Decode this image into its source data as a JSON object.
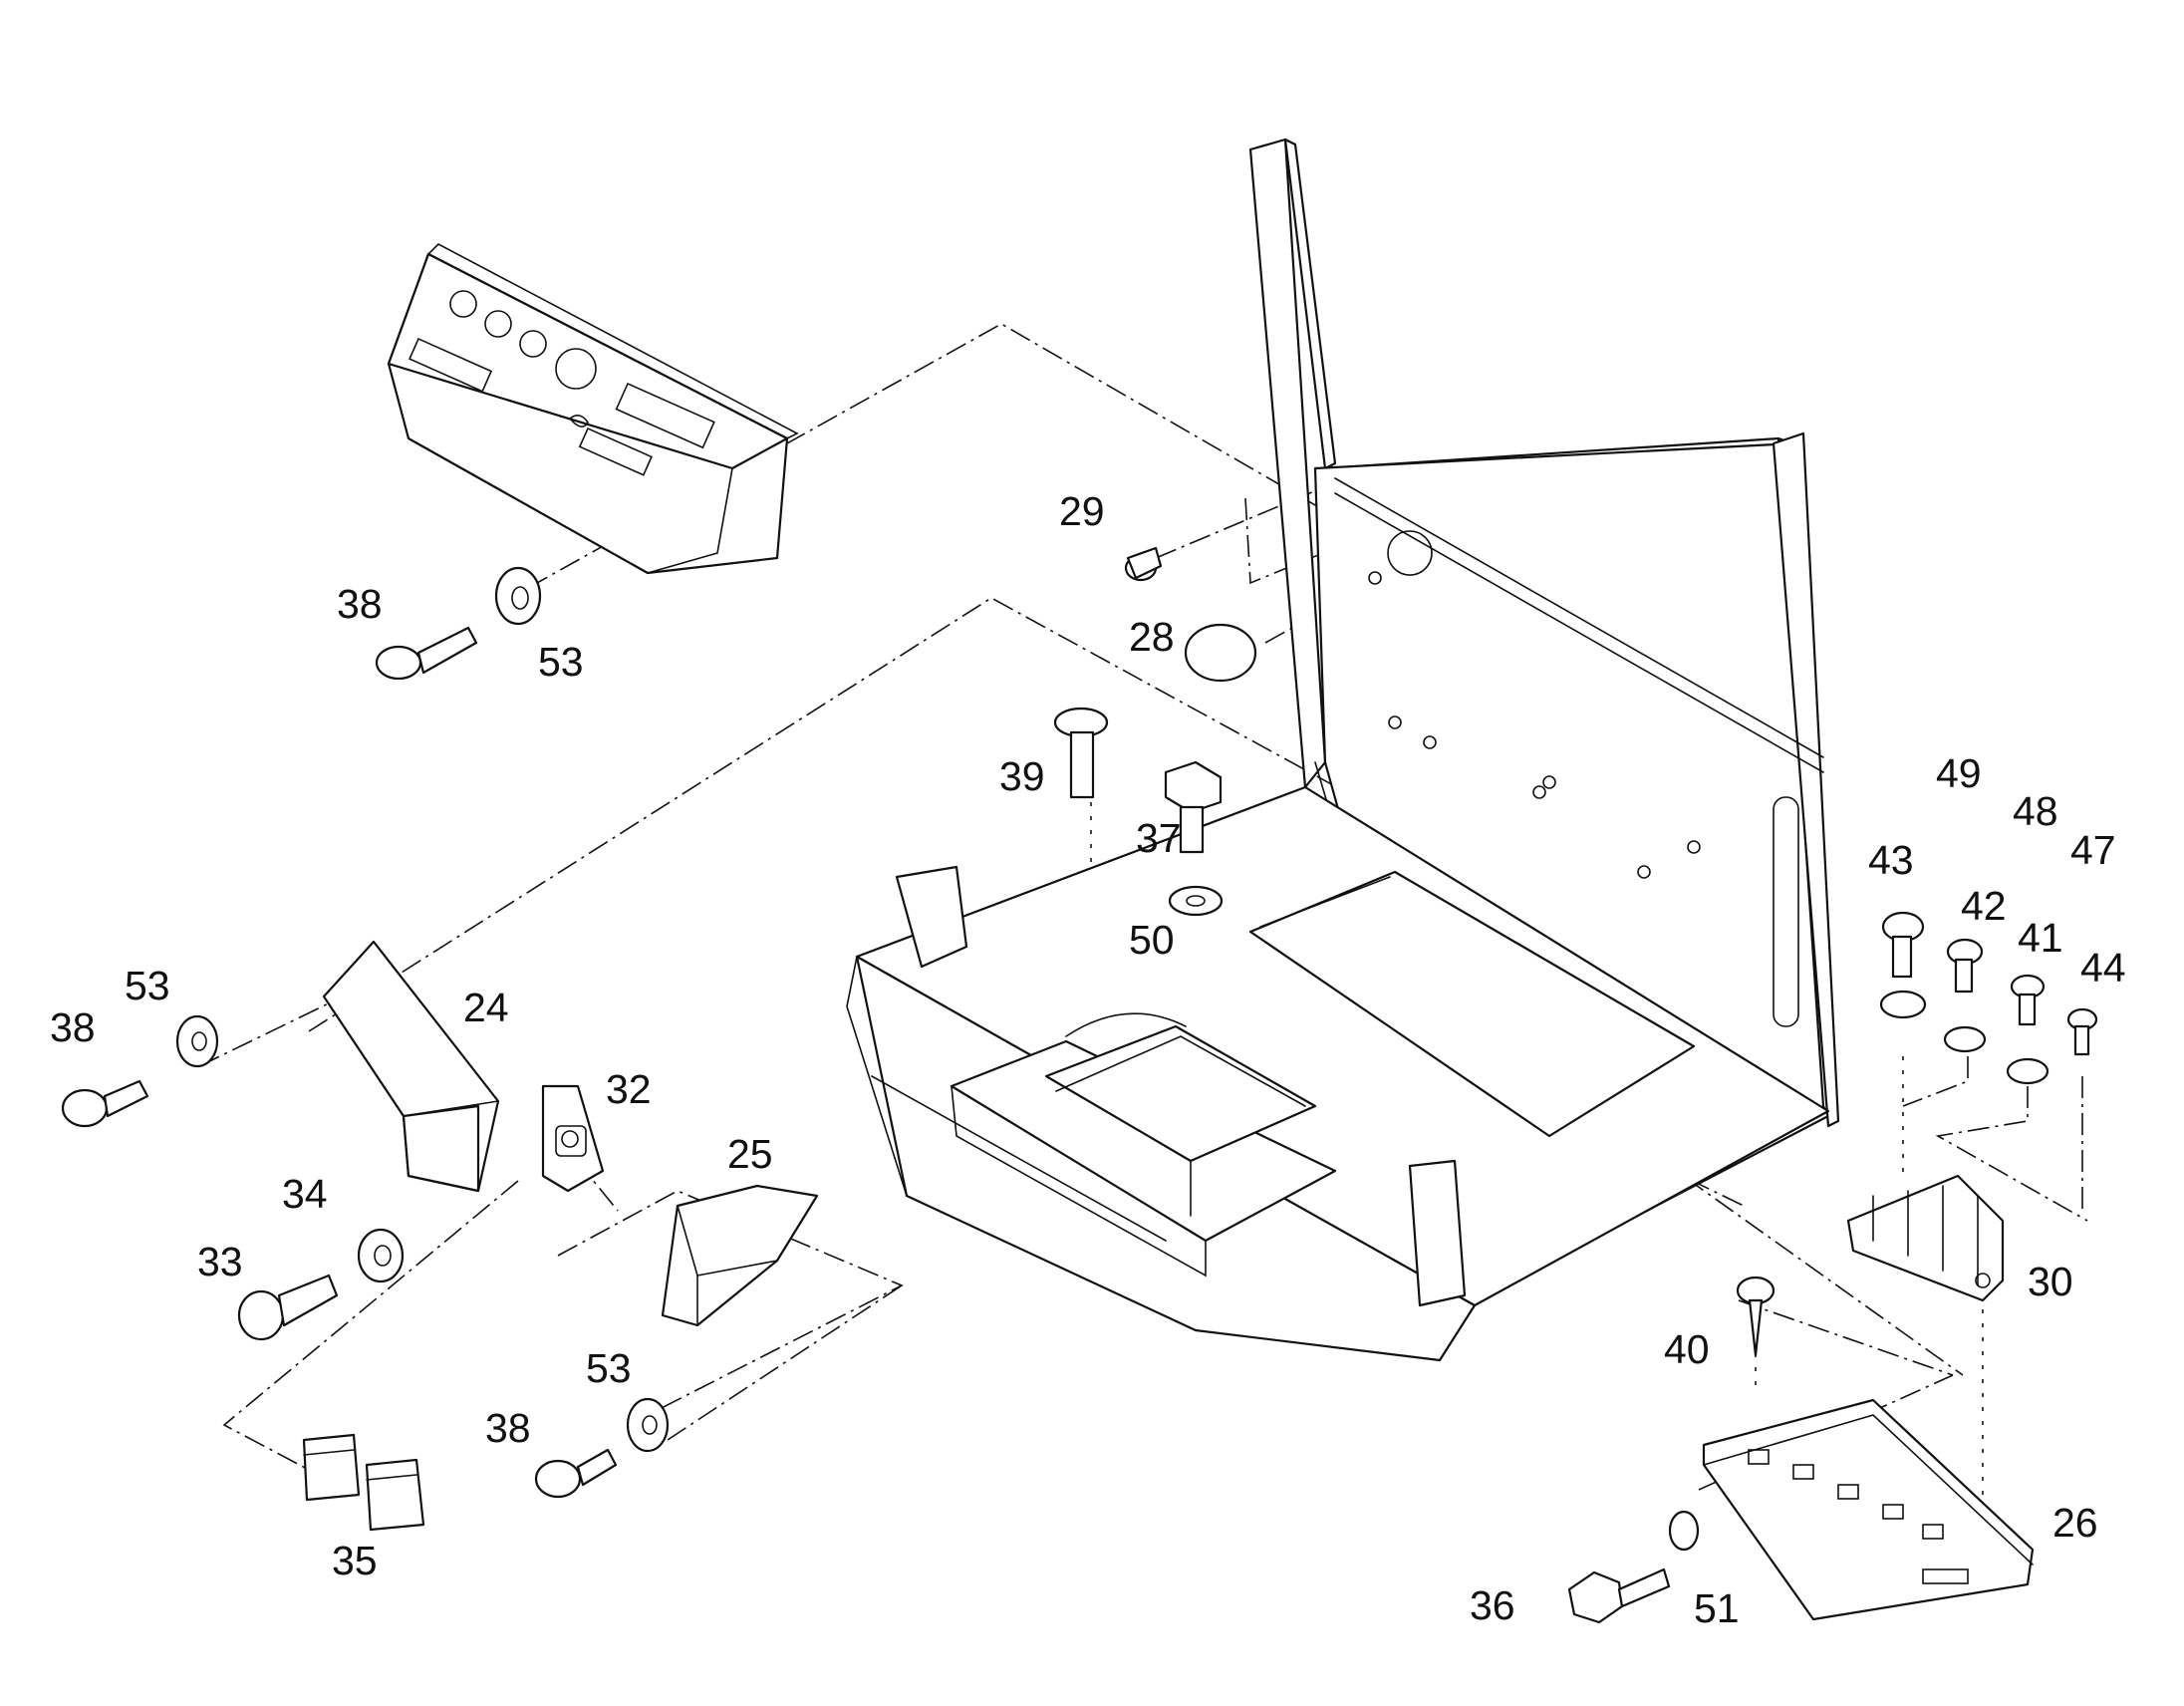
{
  "diagram": {
    "labels": [
      {
        "key": "l24",
        "text": "24"
      },
      {
        "key": "l25",
        "text": "25"
      },
      {
        "key": "l26",
        "text": "26"
      },
      {
        "key": "l28",
        "text": "28"
      },
      {
        "key": "l29",
        "text": "29"
      },
      {
        "key": "l30",
        "text": "30"
      },
      {
        "key": "l32",
        "text": "32"
      },
      {
        "key": "l33",
        "text": "33"
      },
      {
        "key": "l34",
        "text": "34"
      },
      {
        "key": "l35",
        "text": "35"
      },
      {
        "key": "l36",
        "text": "36"
      },
      {
        "key": "l37",
        "text": "37"
      },
      {
        "key": "l38a",
        "text": "38"
      },
      {
        "key": "l38b",
        "text": "38"
      },
      {
        "key": "l38c",
        "text": "38"
      },
      {
        "key": "l39",
        "text": "39"
      },
      {
        "key": "l40",
        "text": "40"
      },
      {
        "key": "l41",
        "text": "41"
      },
      {
        "key": "l42",
        "text": "42"
      },
      {
        "key": "l43",
        "text": "43"
      },
      {
        "key": "l44",
        "text": "44"
      },
      {
        "key": "l47",
        "text": "47"
      },
      {
        "key": "l48",
        "text": "48"
      },
      {
        "key": "l49",
        "text": "49"
      },
      {
        "key": "l50",
        "text": "50"
      },
      {
        "key": "l51",
        "text": "51"
      },
      {
        "key": "l53a",
        "text": "53"
      },
      {
        "key": "l53b",
        "text": "53"
      },
      {
        "key": "l53c",
        "text": "53"
      }
    ]
  }
}
